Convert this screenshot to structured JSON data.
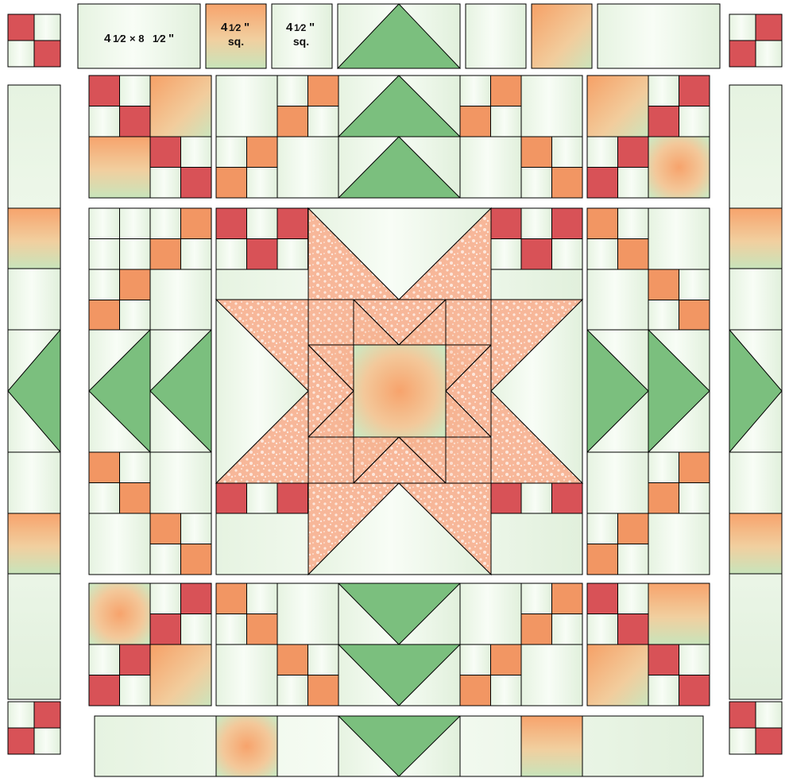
{
  "labels": {
    "rect_size_main": "4",
    "rect_size_frac": "1⁄2",
    "rect_size_tail": " × 8",
    "rect_size_frac2": "1⁄2",
    "rect_size_end": "\"",
    "sq_num": "4",
    "sq_frac": "1⁄2",
    "sq_inch": "\"",
    "sq_word": "sq."
  },
  "colors": {
    "background_light": "#e9f5e6",
    "stripe_light": "#f6fcf4",
    "red": "#d85257",
    "orange": "#f29663",
    "green": "#7bbf7e",
    "peach": "#f7c4a9",
    "outline": "#000000"
  }
}
